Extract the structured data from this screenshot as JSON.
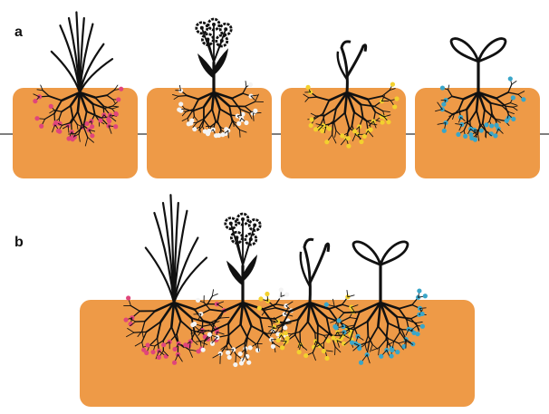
{
  "panels": {
    "a": {
      "label": "a",
      "plants": [
        "grass",
        "flower",
        "curled-leaf",
        "seedling"
      ]
    },
    "b": {
      "label": "b",
      "plants": [
        "grass",
        "flower",
        "curled-leaf",
        "seedling"
      ]
    }
  },
  "colors": {
    "soil": "#EE9A47",
    "soil_edge": "#F4B276",
    "plant": "#111111",
    "nodule_pink": "#E0457B",
    "nodule_white": "#F4F4F4",
    "nodule_yellow": "#F3D12E",
    "nodule_blue": "#3AA6C9",
    "connector": "#333333"
  },
  "icons": [
    "grass-plant-icon",
    "flower-plant-icon",
    "curled-leaf-plant-icon",
    "seedling-plant-icon",
    "root-system-icon",
    "root-nodule-icon"
  ]
}
